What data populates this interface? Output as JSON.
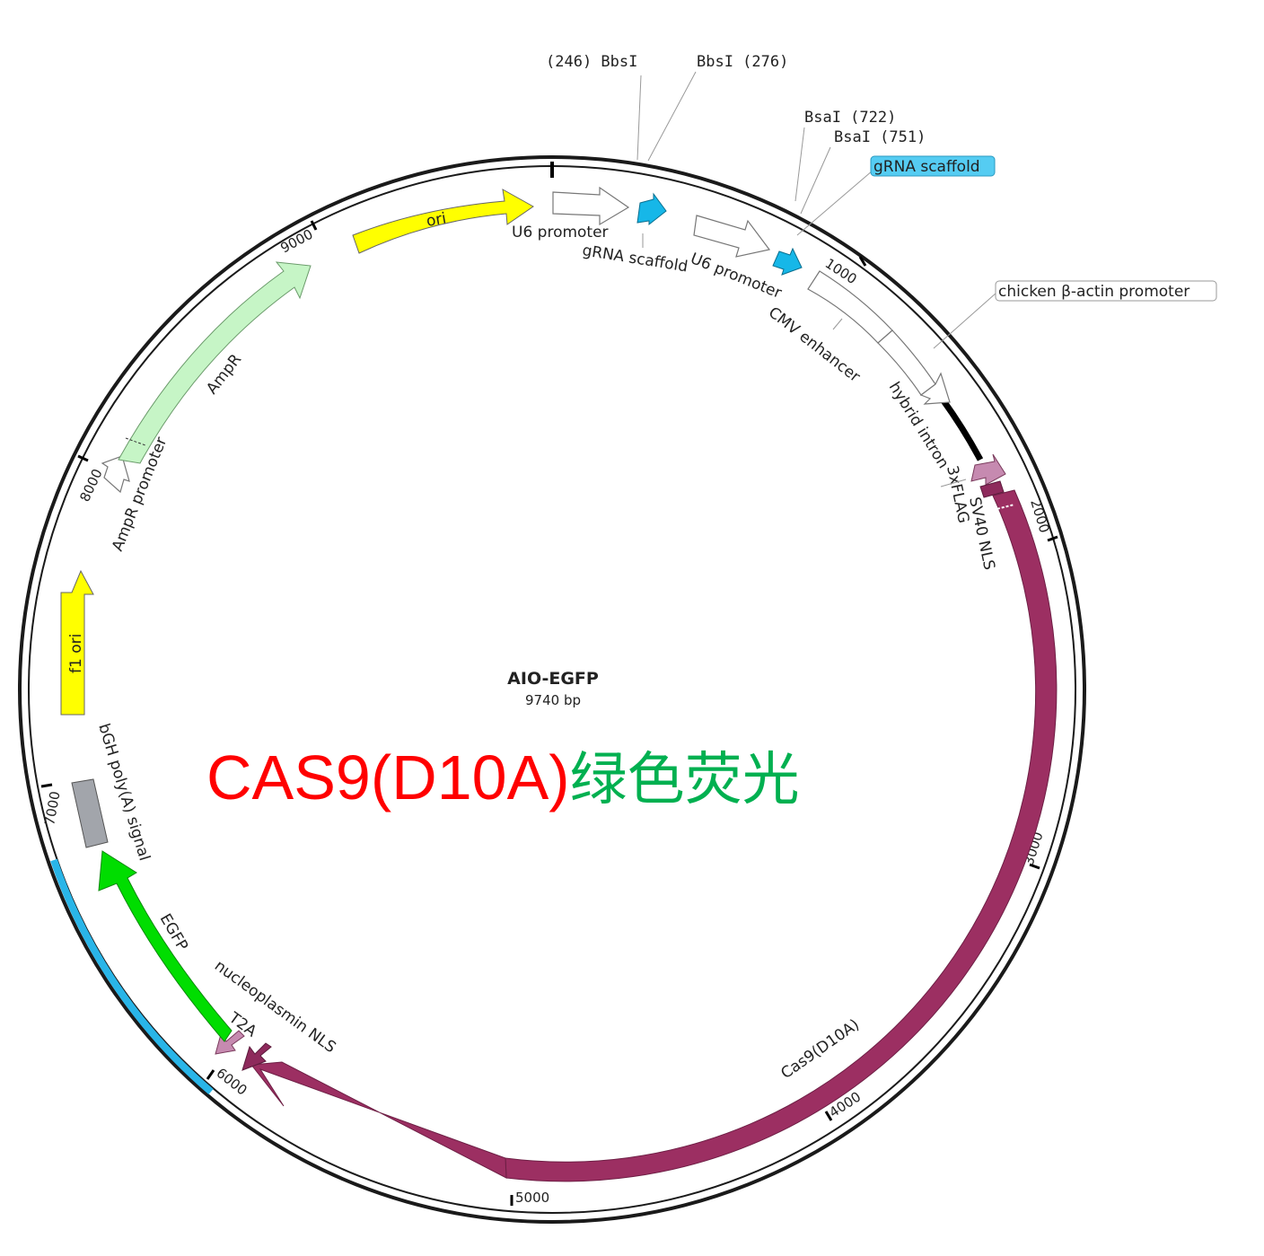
{
  "plasmid": {
    "name": "AIO-EGFP",
    "size_label": "9740 bp",
    "length_bp": 9740
  },
  "caption": {
    "part1": "CAS9(D10A)",
    "part2": "绿色荧光",
    "color1": "#ff0000",
    "color2": "#00b050"
  },
  "ticks": [
    {
      "bp": 1000,
      "label": "1000"
    },
    {
      "bp": 2000,
      "label": "2000"
    },
    {
      "bp": 3000,
      "label": "3000"
    },
    {
      "bp": 4000,
      "label": "4000"
    },
    {
      "bp": 5000,
      "label": "5000"
    },
    {
      "bp": 6000,
      "label": "6000"
    },
    {
      "bp": 7000,
      "label": "7000"
    },
    {
      "bp": 8000,
      "label": "8000"
    },
    {
      "bp": 9000,
      "label": "9000"
    }
  ],
  "features": [
    {
      "label": "U6 promoter",
      "color": "#ffffff",
      "start": 0,
      "end": 240
    },
    {
      "label": "gRNA scaffold",
      "color": "#16b7e8",
      "start": 270,
      "end": 360
    },
    {
      "label": "U6 promoter",
      "color": "#ffffff",
      "start": 460,
      "end": 700
    },
    {
      "label": "gRNA scaffold",
      "color": "#16b7e8",
      "start": 740,
      "end": 830
    },
    {
      "label": "CMV enhancer",
      "color": "#ffffff",
      "start": 870,
      "end": 1250
    },
    {
      "label": "chicken β-actin promoter",
      "color": "#ffffff",
      "start": 1250,
      "end": 1530
    },
    {
      "label": "hybrid intron",
      "color": "#ffffff",
      "start": 1530,
      "end": 1830
    },
    {
      "label": "SV40 NLS",
      "color": "#c68ab0",
      "start": 1830,
      "end": 1890
    },
    {
      "label": "3xFLAG",
      "color": "#8e2a5c",
      "start": 1890,
      "end": 1930
    },
    {
      "label": "Cas9(D10A)",
      "color": "#9c2f62",
      "start": 1960,
      "end": 6090
    },
    {
      "label": "nucleoplasmin NLS",
      "color": "#8e2a5c",
      "start": 6090,
      "end": 6140
    },
    {
      "label": "T2A",
      "color": "#c68ab0",
      "start": 6160,
      "end": 6220
    },
    {
      "label": "EGFP",
      "color": "#00dd00",
      "start": 6230,
      "end": 6940
    },
    {
      "label": "bGH poly(A) signal",
      "color": "#a2a5ab",
      "start": 6960,
      "end": 7190
    },
    {
      "label": "f1 ori",
      "color": "#ffff00",
      "start": 7490,
      "end": 7950
    },
    {
      "label": "AmpR promoter",
      "color": "#ffffff",
      "start": 8000,
      "end": 8110
    },
    {
      "label": "AmpR",
      "color": "#c6f5c6",
      "start": 8110,
      "end": 8960
    },
    {
      "label": "ori",
      "color": "#ffff00",
      "start": 9190,
      "end": 9740
    }
  ],
  "sites": [
    {
      "name": "BbsI",
      "pos": "246",
      "text": "(246)  BbsI"
    },
    {
      "name": "BbsI",
      "pos": "276",
      "text": "BbsI  (276)"
    },
    {
      "name": "BsaI",
      "pos": "722",
      "text": "BsaI  (722)"
    },
    {
      "name": "BsaI",
      "pos": "751",
      "text": "BsaI  (751)"
    }
  ],
  "callouts": {
    "gRNA_scaffold": "gRNA scaffold",
    "chicken_actin": "chicken β-actin promoter"
  },
  "colors": {
    "backbone": "#1a1a1a",
    "selected_arc": "#29b5e8",
    "callout_fill": "#55ccf2"
  }
}
